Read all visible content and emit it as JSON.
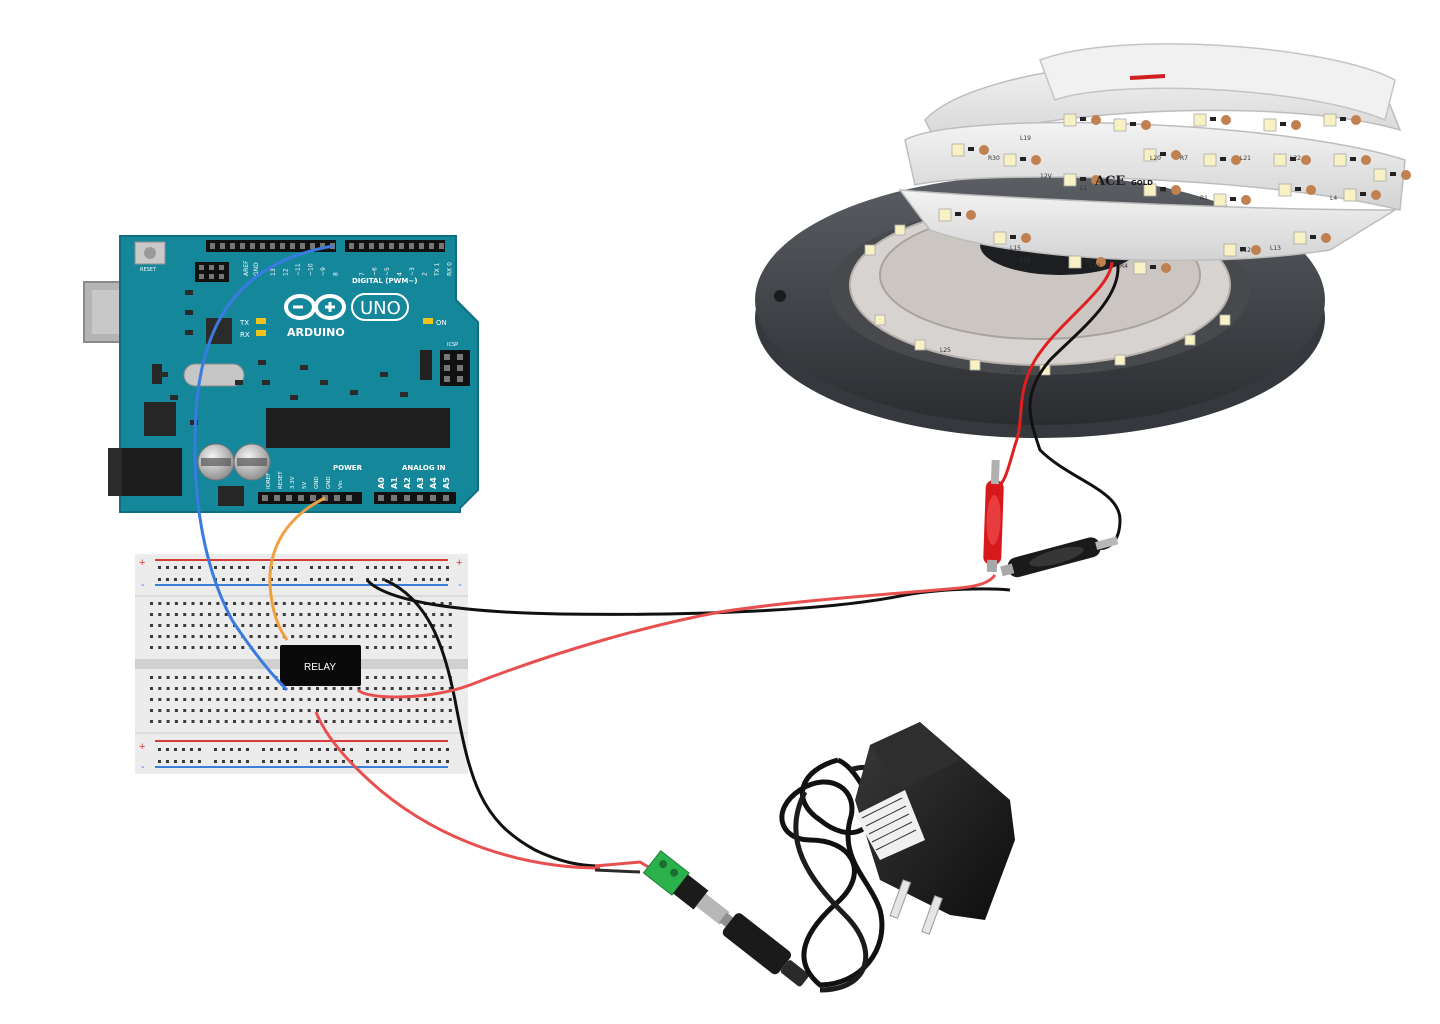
{
  "arduino": {
    "brand": "ARDUINO",
    "model": "UNO",
    "digital_header_label": "DIGITAL (PWM~)",
    "reset_label": "RESET",
    "aref_label": "AREF",
    "gnd_label": "GND",
    "tx_label": "TX",
    "rx_label": "RX",
    "on_label": "ON",
    "icsp_label": "ICSP",
    "power_label": "POWER",
    "analog_in_label": "ANALOG IN",
    "digital_pins": [
      "13",
      "12",
      "~11",
      "~10",
      "~9",
      "8",
      "7",
      "~6",
      "~5",
      "4",
      "~3",
      "2",
      "TX 1",
      "RX 0"
    ],
    "power_pins": [
      "IOREF",
      "RESET",
      "3.3V",
      "5V",
      "GND",
      "GND",
      "Vin"
    ],
    "analog_pins": [
      "A0",
      "A1",
      "A2",
      "A3",
      "A4",
      "A5"
    ]
  },
  "breadboard": {
    "plus_label": "+",
    "minus_label": "-"
  },
  "relay": {
    "label": "RELAY"
  },
  "led_strip": {
    "brand": "ACE",
    "brand_suffix": "GOLD",
    "pad_labels": [
      "12V",
      "R30",
      "L19",
      "L20",
      "R7",
      "L21",
      "L22",
      "L1",
      "L2",
      "R1",
      "L4",
      "R4",
      "L11",
      "L12",
      "L13",
      "L15",
      "L16",
      "L25",
      "L21"
    ]
  },
  "colors": {
    "arduino_board": "#15879a",
    "wire_blue": "#3a7be0",
    "wire_orange": "#f0a040",
    "wire_red": "#e85050",
    "wire_black": "#111111",
    "breadboard": "#ececec",
    "rail_red": "#d93b3b",
    "rail_blue": "#3b7fd9",
    "relay": "#0a0a0a"
  },
  "icons": [
    "usb-b-port",
    "dc-barrel-jack",
    "alligator-clip-red",
    "alligator-clip-black",
    "dc-jack-adapter",
    "wall-power-adapter",
    "led-strip-reel"
  ]
}
